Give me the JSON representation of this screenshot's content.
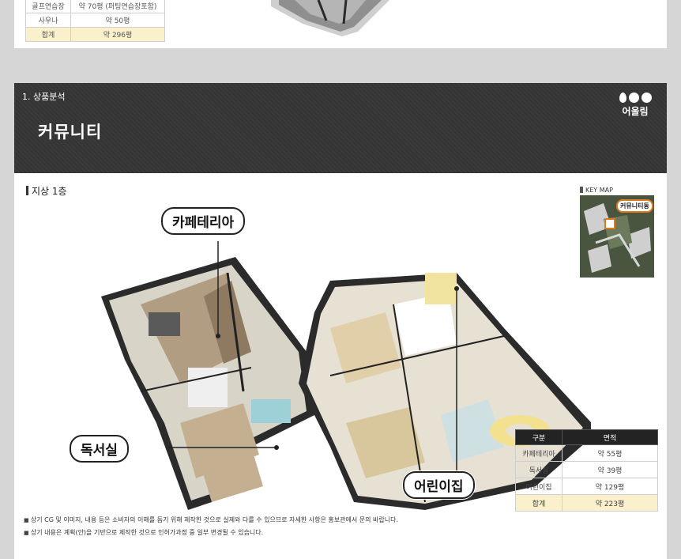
{
  "top_table": {
    "rows": [
      {
        "label": "골프연습장",
        "value": "약 70평 (퍼팅연습장포함)"
      },
      {
        "label": "사우나",
        "value": "약 50평"
      },
      {
        "label": "합계",
        "value": "약 296평"
      }
    ]
  },
  "header": {
    "section": "1. 상품분석",
    "title": "커뮤니티",
    "logo_text": "어울림"
  },
  "floor_label": "지상 1층",
  "callouts": {
    "cafe": "카페테리아",
    "reading": "독서실",
    "kids": "어린이집"
  },
  "keymap": {
    "title": "KEY MAP",
    "badge": "커뮤니티동"
  },
  "area_table": {
    "headers": [
      "구분",
      "면적"
    ],
    "rows": [
      {
        "label": "카페테리아",
        "value": "약 55평"
      },
      {
        "label": "독서실",
        "value": "약 39평"
      },
      {
        "label": "어린이집",
        "value": "약 129평"
      },
      {
        "label": "합계",
        "value": "약 223평"
      }
    ]
  },
  "notes": [
    "상기 CG 및 이미지, 내용 등은 소비자의 이해를 돕기 위해 제작한 것으로 실제와 다를 수 있으므로 자세한 사항은 홍보관에서 문의 바랍니다.",
    "상기 내용은 계획(안)을 기반으로 제작한 것으로 인허가과정 중 일부 변경될 수 있습니다."
  ],
  "colors": {
    "header_bg": "#383838",
    "sum_row": "#fbf0cc",
    "badge_border": "#e07a1f"
  }
}
